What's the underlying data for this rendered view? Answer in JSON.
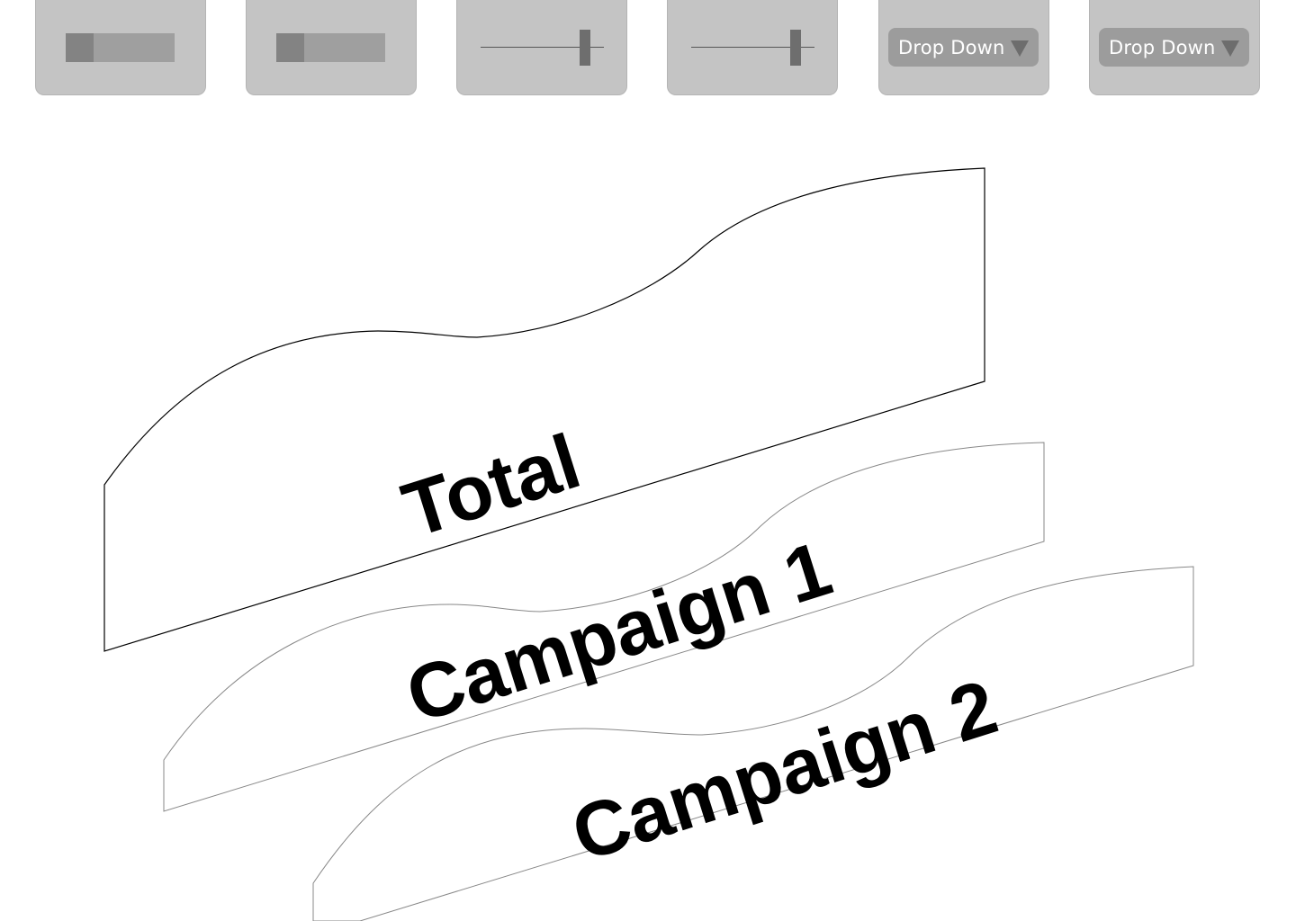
{
  "controls": {
    "toggles": [
      {
        "state": "off"
      },
      {
        "state": "off"
      }
    ],
    "sliders": [
      {
        "level": 0.85
      },
      {
        "level": 0.85
      }
    ],
    "dropdowns": [
      {
        "label": "Drop Down",
        "icon": "triangle-down-icon"
      },
      {
        "label": "Drop Down",
        "icon": "triangle-down-icon"
      }
    ]
  },
  "bands": [
    {
      "label": "Total"
    },
    {
      "label": "Campaign 1"
    },
    {
      "label": "Campaign 2"
    }
  ],
  "colors": {
    "panel": "#c4c4c4",
    "control": "#9f9f9f",
    "control_dark": "#838383",
    "band_outline_primary": "#000000",
    "band_outline_secondary": "#888888"
  }
}
